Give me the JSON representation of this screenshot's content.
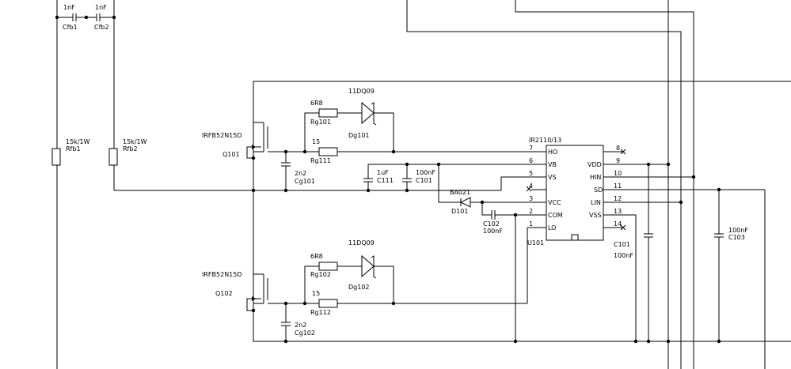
{
  "labels": {
    "cfb1_value": "1nF",
    "cfb1_ref": "Cfb1",
    "cfb2_value": "1nF",
    "cfb2_ref": "Cfb2",
    "rfb1_value": "15k/1W",
    "rfb1_ref": "Rfb1",
    "rfb2_value": "15k/1W",
    "rfb2_ref": "Rfb2",
    "q101_part": "IRFB52N15D",
    "q101_ref": "Q101",
    "q102_part": "IRFB52N15D",
    "q102_ref": "Q102",
    "rg101_value": "6R8",
    "rg101_ref": "Rg101",
    "rg111_value": "15",
    "rg111_ref": "Rg111",
    "dg101_part": "11DQ09",
    "dg101_ref": "Dg101",
    "cg101_value": "2n2",
    "cg101_ref": "Cg101",
    "c111_value": "1uF",
    "c111_ref": "C111",
    "c101a_value": "100nF",
    "c101a_ref": "C101",
    "d101_part": "BA021",
    "d101_ref": "D101",
    "c102_ref": "C102",
    "c102_value": "100nF",
    "rg102_value": "6R8",
    "rg102_ref": "Rg102",
    "rg112_value": "15",
    "rg112_ref": "Rg112",
    "dg102_part": "11DQ09",
    "dg102_ref": "Dg102",
    "cg102_value": "2n2",
    "cg102_ref": "Cg102",
    "c101b_ref": "C101",
    "c101b_value": "100nF",
    "c103_value": "100nF",
    "c103_ref": "C103"
  },
  "ic": {
    "part": "IR2110/13",
    "ref": "U101",
    "pins": {
      "p7": "7",
      "p6": "6",
      "p5": "5",
      "p4": "4",
      "p3": "3",
      "p2": "2",
      "p1": "1",
      "p8": "8",
      "p9": "9",
      "p10": "10",
      "p11": "11",
      "p12": "12",
      "p13": "13",
      "p14": "14"
    },
    "pin_names": {
      "ho": "HO",
      "vb": "VB",
      "vs": "VS",
      "vcc": "VCC",
      "com": "COM",
      "lo": "LO",
      "vdd": "VDD",
      "hin": "HIN",
      "sd": "SD",
      "lin": "LIN",
      "vss": "VSS"
    }
  }
}
